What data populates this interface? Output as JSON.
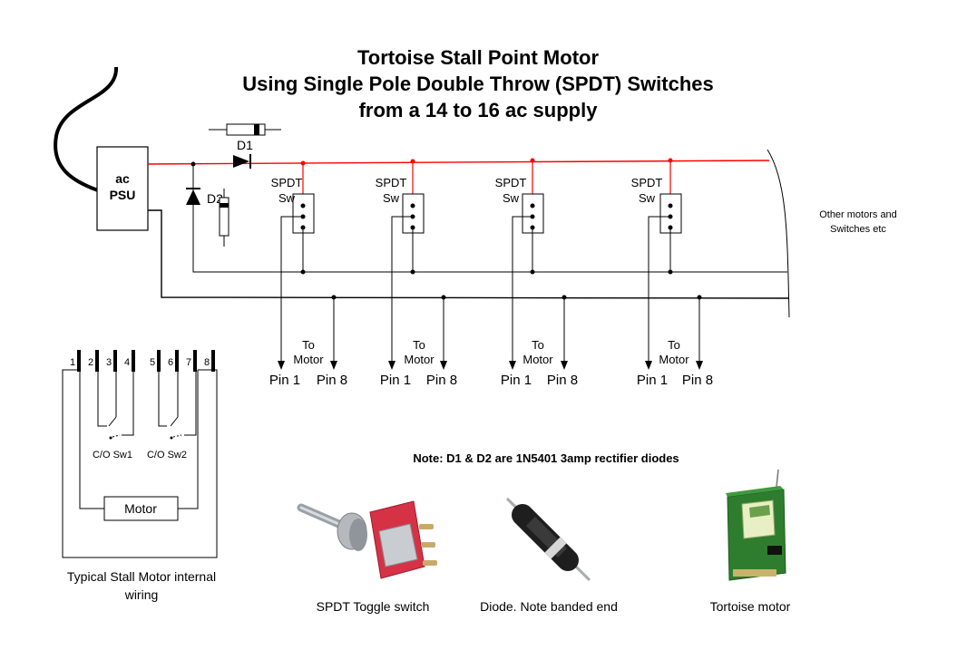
{
  "title": {
    "line1": "Tortoise Stall Point Motor",
    "line2": "Using Single Pole Double Throw (SPDT) Switches",
    "line3": "from a 14 to 16 ac supply"
  },
  "psu": {
    "line1": "ac",
    "line2": "PSU"
  },
  "diodes": {
    "d1": "D1",
    "d2": "D2"
  },
  "switches": [
    {
      "label1": "SPDT",
      "label2": "Sw",
      "to_label1": "To",
      "to_label2": "Motor",
      "pin1": "Pin 1",
      "pin8": "Pin 8"
    },
    {
      "label1": "SPDT",
      "label2": "Sw",
      "to_label1": "To",
      "to_label2": "Motor",
      "pin1": "Pin 1",
      "pin8": "Pin 8"
    },
    {
      "label1": "SPDT",
      "label2": "Sw",
      "to_label1": "To",
      "to_label2": "Motor",
      "pin1": "Pin 1",
      "pin8": "Pin 8"
    },
    {
      "label1": "SPDT",
      "label2": "Sw",
      "to_label1": "To",
      "to_label2": "Motor",
      "pin1": "Pin 1",
      "pin8": "Pin 8"
    }
  ],
  "other_motors": {
    "line1": "Other motors and",
    "line2": "Switches etc"
  },
  "note": "Note: D1 & D2 are 1N5401 3amp rectifier diodes",
  "internal_wiring": {
    "pins": [
      "1",
      "2",
      "3",
      "4",
      "5",
      "6",
      "7",
      "8"
    ],
    "co_sw1": "C/O Sw1",
    "co_sw2": "C/O Sw2",
    "motor": "Motor",
    "caption1": "Typical Stall Motor internal",
    "caption2": "wiring"
  },
  "photos": {
    "toggle_caption": "SPDT Toggle switch",
    "diode_caption": "Diode. Note banded end",
    "tortoise_caption": "Tortoise motor"
  },
  "colors": {
    "supply_red": "#ff0000",
    "wire_black": "#000000",
    "switch_red": "#d22a3a",
    "tortoise_green": "#2e7d2e"
  },
  "icons": {
    "toggle": "spdt-toggle-switch-photo",
    "diode": "rectifier-diode-photo",
    "tortoise": "tortoise-motor-photo"
  }
}
